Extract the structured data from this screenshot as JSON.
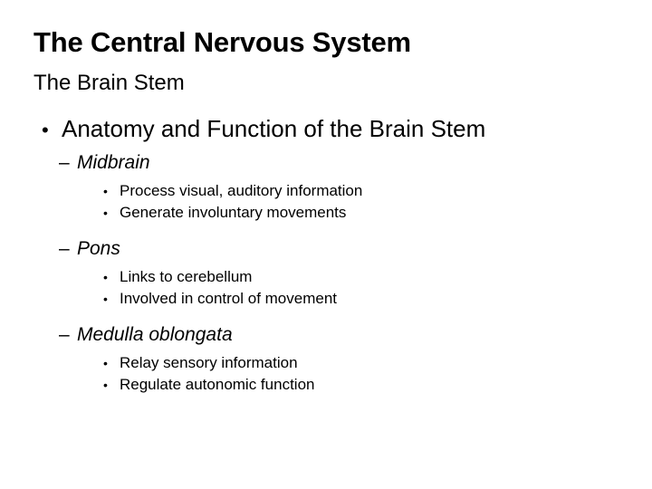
{
  "slide": {
    "title": "The Central Nervous System",
    "subtitle": "The Brain Stem",
    "background_color": "#ffffff",
    "text_color": "#000000",
    "markers": {
      "level1": "•",
      "level2": "–",
      "level3": "•"
    },
    "outline": {
      "level1_text": "Anatomy and Function of the Brain Stem",
      "sections": [
        {
          "heading": "Midbrain",
          "points": [
            "Process visual, auditory information",
            "Generate involuntary movements"
          ]
        },
        {
          "heading": "Pons",
          "points": [
            "Links to cerebellum",
            "Involved in control of movement"
          ]
        },
        {
          "heading": "Medulla oblongata",
          "points": [
            "Relay sensory information",
            "Regulate autonomic function"
          ]
        }
      ]
    }
  }
}
